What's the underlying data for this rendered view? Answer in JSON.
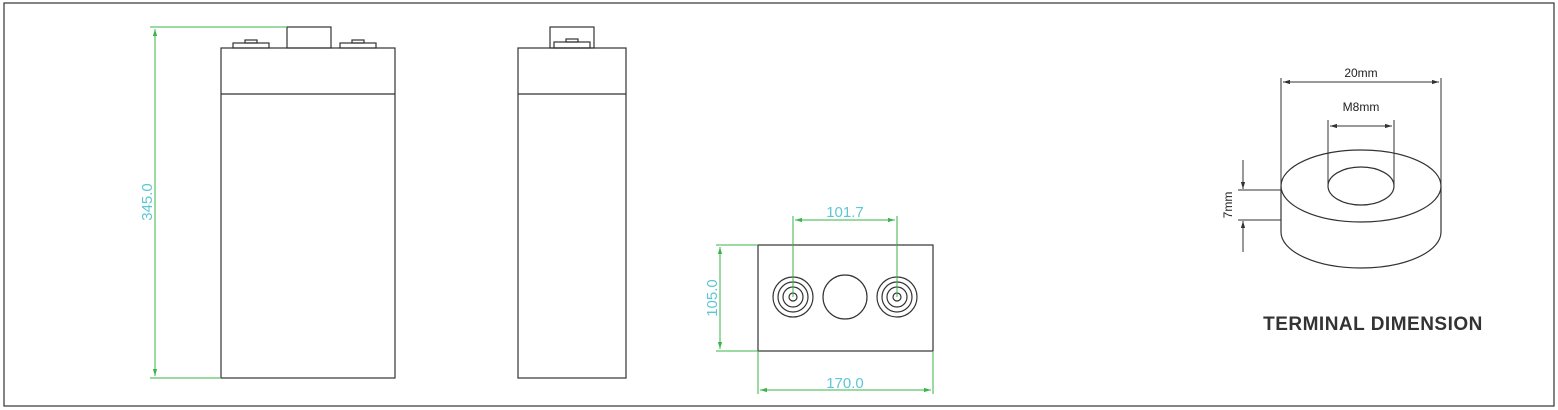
{
  "colors": {
    "outline": "#333333",
    "dimension_line": "#39b54a",
    "dimension_text": "#5ec6d4",
    "terminal_text": "#222222"
  },
  "front_view": {
    "height_label": "345.0"
  },
  "top_view": {
    "terminal_spacing_label": "101.7",
    "depth_label": "105.0",
    "width_label": "170.0"
  },
  "terminal_detail": {
    "outer_diameter_label": "20mm",
    "thread_label": "M8mm",
    "height_label": "7mm",
    "caption": "TERMINAL DIMENSION"
  }
}
